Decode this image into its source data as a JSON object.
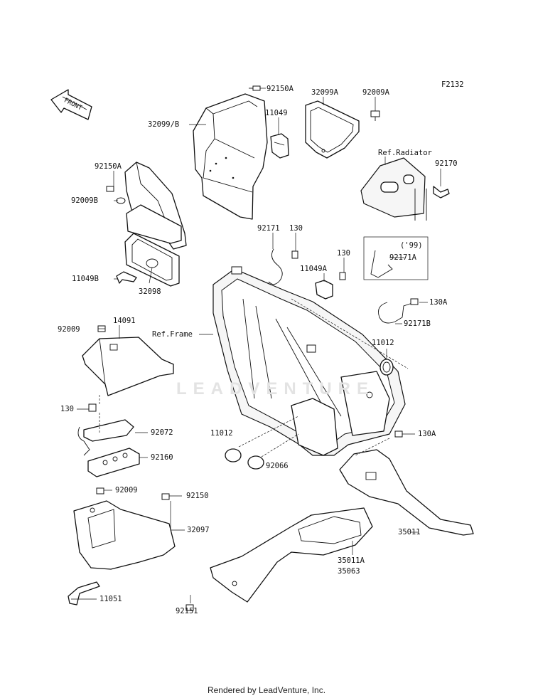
{
  "diagram": {
    "code": "F2132",
    "front_label": "FRONT",
    "watermark": "LEADVENTURE",
    "footer": "Rendered by LeadVenture, Inc.",
    "labels": {
      "p92150A_top": "92150A",
      "p32099A": "32099A",
      "p92009A": "92009A",
      "p32099B": "32099/B",
      "p11049": "11049",
      "ref_radiator": "Ref.Radiator",
      "p92170": "92170",
      "p92150A_left": "92150A",
      "p92009B": "92009B",
      "p11049B": "11049B",
      "p32098": "32098",
      "p92171": "92171",
      "p130_a": "130",
      "p130_b": "130",
      "note_99": "('99)",
      "p92171A": "92171A",
      "p11049A": "11049A",
      "p130A_right": "130A",
      "p92171B": "92171B",
      "p14091": "14091",
      "p92009_left": "92009",
      "ref_frame": "Ref.Frame",
      "p11012_right": "11012",
      "p130_left": "130",
      "p92072": "92072",
      "p130A_mid": "130A",
      "p92160": "92160",
      "p11012_left": "11012",
      "p92066": "92066",
      "p92009_low": "92009",
      "p92150": "92150",
      "p32097": "32097",
      "p35011": "35011",
      "p35011A": "35011A",
      "p35063": "35063",
      "p11051": "11051",
      "p92151": "92151"
    }
  }
}
